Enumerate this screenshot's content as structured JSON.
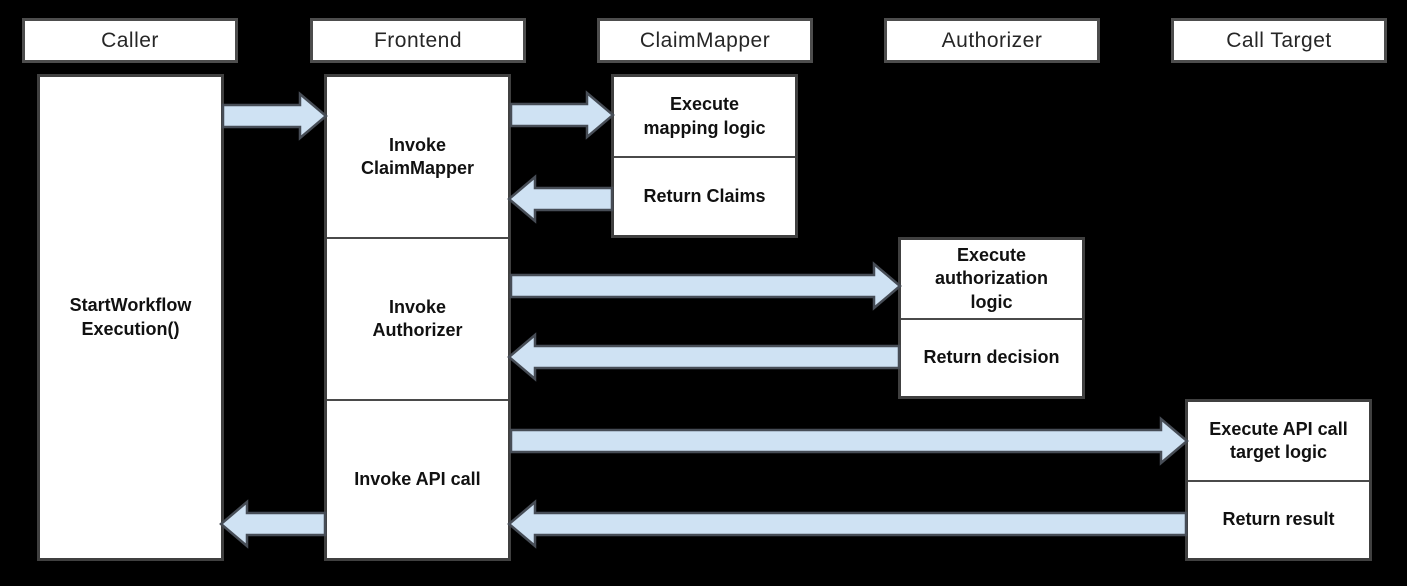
{
  "diagram_type": "sequence-workflow",
  "colors": {
    "background": "#000000",
    "box_fill": "#ffffff",
    "box_border": "#404040",
    "arrow_fill": "#cfe2f3",
    "arrow_outline": "#474d56",
    "text": "#111111"
  },
  "lifelines": [
    {
      "header": "Caller",
      "segments": [
        {
          "label": "StartWorkflow\nExecution()"
        }
      ]
    },
    {
      "header": "Frontend",
      "segments": [
        {
          "label": "Invoke\nClaimMapper"
        },
        {
          "label": "Invoke\nAuthorizer"
        },
        {
          "label": "Invoke API call"
        }
      ]
    },
    {
      "header": "ClaimMapper",
      "segments": [
        {
          "label": "Execute\nmapping logic"
        },
        {
          "label": "Return Claims"
        }
      ]
    },
    {
      "header": "Authorizer",
      "segments": [
        {
          "label": "Execute\nauthorization\nlogic"
        },
        {
          "label": "Return decision"
        }
      ]
    },
    {
      "header": "Call Target",
      "segments": [
        {
          "label": "Execute API call\ntarget logic"
        },
        {
          "label": "Return result"
        }
      ]
    }
  ],
  "messages": [
    {
      "from": "Caller",
      "to": "Frontend",
      "direction": "right"
    },
    {
      "from": "Frontend",
      "to": "ClaimMapper",
      "direction": "right"
    },
    {
      "from": "ClaimMapper",
      "to": "Frontend",
      "direction": "left"
    },
    {
      "from": "Frontend",
      "to": "Authorizer",
      "direction": "right"
    },
    {
      "from": "Authorizer",
      "to": "Frontend",
      "direction": "left"
    },
    {
      "from": "Frontend",
      "to": "Call Target",
      "direction": "right"
    },
    {
      "from": "Call Target",
      "to": "Frontend",
      "direction": "left"
    },
    {
      "from": "Frontend",
      "to": "Caller",
      "direction": "left"
    }
  ]
}
